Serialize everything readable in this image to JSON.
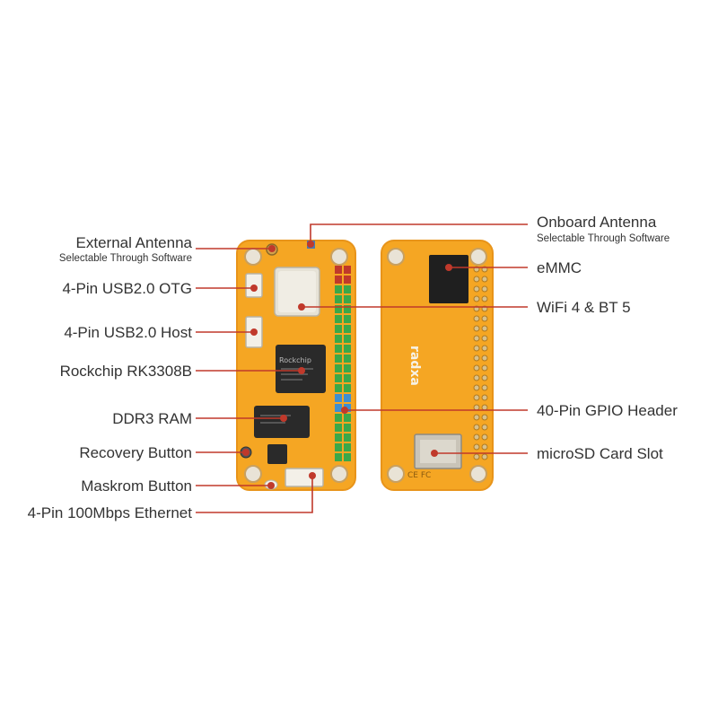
{
  "labels_left": {
    "external_antenna": "External Antenna",
    "external_antenna_sub": "Selectable Through Software",
    "usb_otg": "4-Pin USB2.0 OTG",
    "usb_host": "4-Pin USB2.0 Host",
    "soc": "Rockchip RK3308B",
    "ram": "DDR3 RAM",
    "recovery": "Recovery Button",
    "maskrom": "Maskrom Button",
    "ethernet": "4-Pin 100Mbps Ethernet"
  },
  "labels_right": {
    "onboard_antenna": "Onboard Antenna",
    "onboard_antenna_sub": "Selectable Through Software",
    "emmc": "eMMC",
    "wifi": "WiFi 4 & BT 5",
    "gpio": "40-Pin GPIO Header",
    "microsd": "microSD Card Slot"
  },
  "silk": {
    "chip_brand": "Rockchip",
    "brand_vertical": "radxa",
    "cert_marks": "CE FC"
  },
  "colors": {
    "board": "#f5a623",
    "board_edge": "#e8941a",
    "leader": "#c0392b",
    "chip": "#2a2a2a",
    "pin_green": "#3aa84a",
    "pin_red": "#c0392b",
    "pin_blue": "#3f8fd0"
  }
}
